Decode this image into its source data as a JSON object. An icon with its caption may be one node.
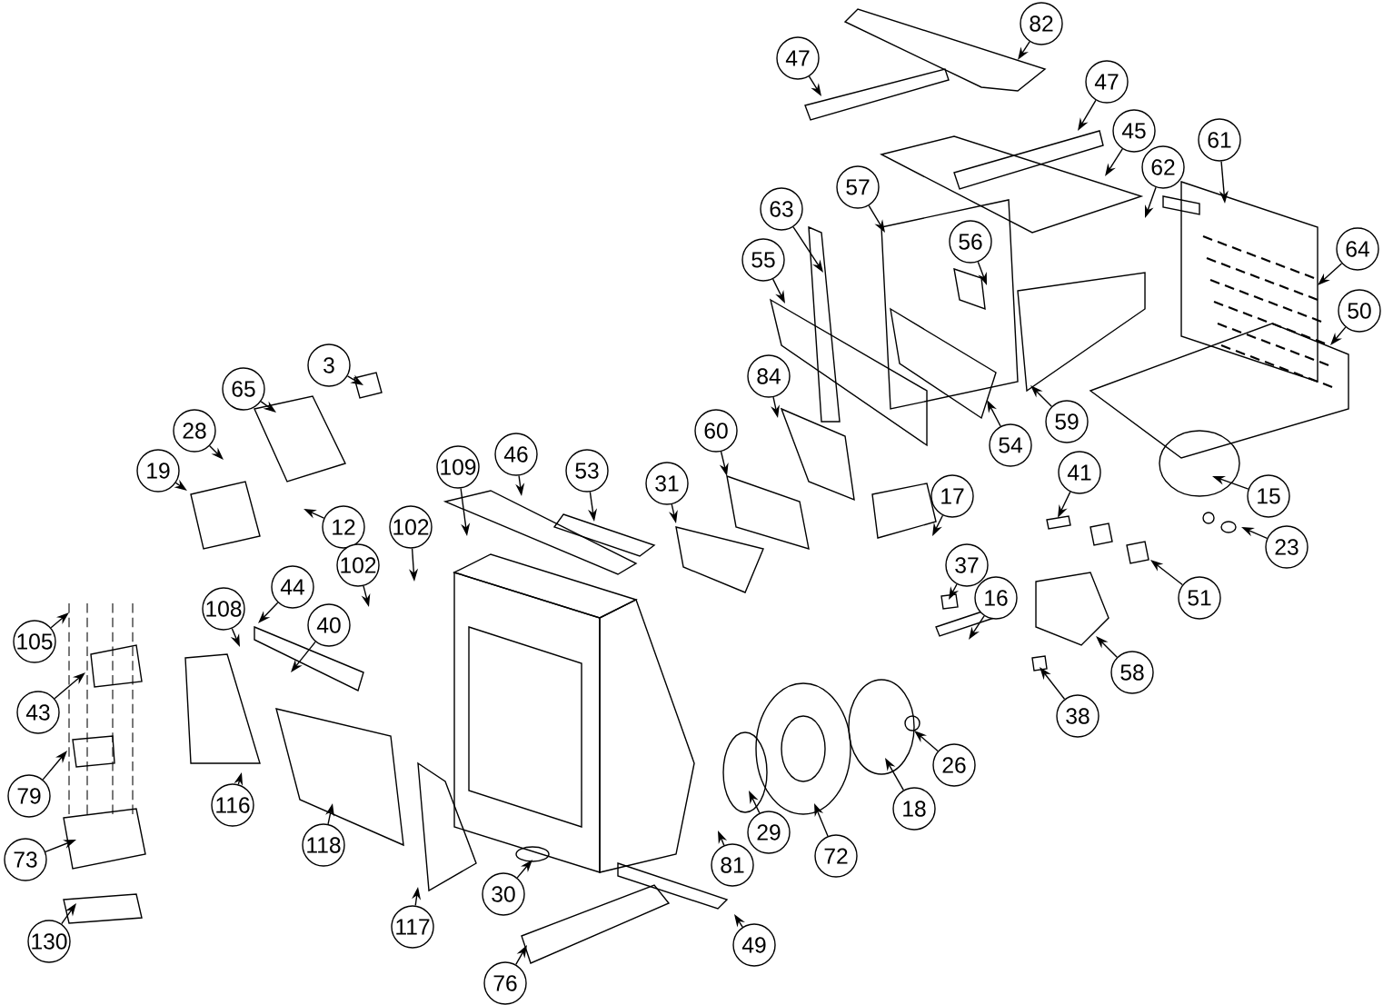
{
  "diagram": {
    "nodes": [
      {
        "text": [
          "82"
        ]
      },
      {
        "text": [
          "47"
        ]
      },
      {
        "text": [
          "47"
        ]
      },
      {
        "text": [
          "45"
        ]
      },
      {
        "text": [
          "61"
        ]
      },
      {
        "text": [
          "62"
        ]
      },
      {
        "text": [
          "57"
        ]
      },
      {
        "text": [
          "63"
        ]
      },
      {
        "text": [
          "56"
        ]
      },
      {
        "text": [
          "64"
        ]
      },
      {
        "text": [
          "55"
        ]
      },
      {
        "text": [
          "50"
        ]
      },
      {
        "text": [
          "3"
        ]
      },
      {
        "text": [
          "84"
        ]
      },
      {
        "text": [
          "65"
        ]
      },
      {
        "text": [
          "59"
        ]
      },
      {
        "text": [
          "28"
        ]
      },
      {
        "text": [
          "60"
        ]
      },
      {
        "text": [
          "54"
        ]
      },
      {
        "text": [
          "46"
        ]
      },
      {
        "text": [
          "109"
        ]
      },
      {
        "text": [
          "19"
        ]
      },
      {
        "text": [
          "53"
        ]
      },
      {
        "text": [
          "41"
        ]
      },
      {
        "text": [
          "31"
        ]
      },
      {
        "text": [
          "17"
        ]
      },
      {
        "text": [
          "15"
        ]
      },
      {
        "text": [
          "12"
        ]
      },
      {
        "text": [
          "102"
        ]
      },
      {
        "text": [
          "23"
        ]
      },
      {
        "text": [
          "102"
        ]
      },
      {
        "text": [
          "37"
        ]
      },
      {
        "text": [
          "44"
        ]
      },
      {
        "text": [
          "16"
        ]
      },
      {
        "text": [
          "51"
        ]
      },
      {
        "text": [
          "108"
        ]
      },
      {
        "text": [
          "40"
        ]
      },
      {
        "text": [
          "105"
        ]
      },
      {
        "text": [
          "58"
        ]
      },
      {
        "text": [
          "43"
        ]
      },
      {
        "text": [
          "38"
        ]
      },
      {
        "text": [
          "26"
        ]
      },
      {
        "text": [
          "79"
        ]
      },
      {
        "text": [
          "116"
        ]
      },
      {
        "text": [
          "18"
        ]
      },
      {
        "text": [
          "29"
        ]
      },
      {
        "text": [
          "118"
        ]
      },
      {
        "text": [
          "72"
        ]
      },
      {
        "text": [
          "73"
        ]
      },
      {
        "text": [
          "81"
        ]
      },
      {
        "text": [
          "30"
        ]
      },
      {
        "text": [
          "117"
        ]
      },
      {
        "text": [
          "130"
        ]
      },
      {
        "text": [
          "49"
        ]
      },
      {
        "text": [
          "76"
        ]
      }
    ],
    "edges": [
      {
        "from": 0,
        "to": null,
        "arrow": "to"
      },
      {
        "from": 1,
        "to": null,
        "arrow": "to"
      },
      {
        "from": 2,
        "to": null,
        "arrow": "to"
      },
      {
        "from": 3,
        "to": null,
        "arrow": "to"
      },
      {
        "from": 4,
        "to": null,
        "arrow": "to"
      },
      {
        "from": 5,
        "to": null,
        "arrow": "to"
      },
      {
        "from": 6,
        "to": null,
        "arrow": "to"
      },
      {
        "from": 7,
        "to": null,
        "arrow": "to"
      },
      {
        "from": 8,
        "to": null,
        "arrow": "to"
      },
      {
        "from": 9,
        "to": null,
        "arrow": "to"
      },
      {
        "from": 10,
        "to": null,
        "arrow": "to"
      },
      {
        "from": 11,
        "to": null,
        "arrow": "to"
      },
      {
        "from": 12,
        "to": null,
        "arrow": "to"
      },
      {
        "from": 13,
        "to": null,
        "arrow": "to"
      },
      {
        "from": 14,
        "to": null,
        "arrow": "to"
      },
      {
        "from": 15,
        "to": null,
        "arrow": "to"
      },
      {
        "from": 16,
        "to": null,
        "arrow": "to"
      },
      {
        "from": 17,
        "to": null,
        "arrow": "to"
      },
      {
        "from": 18,
        "to": null,
        "arrow": "to"
      },
      {
        "from": 19,
        "to": null,
        "arrow": "to"
      },
      {
        "from": 20,
        "to": null,
        "arrow": "to"
      },
      {
        "from": 21,
        "to": null,
        "arrow": "to"
      },
      {
        "from": 22,
        "to": null,
        "arrow": "to"
      },
      {
        "from": 23,
        "to": null,
        "arrow": "to"
      },
      {
        "from": 24,
        "to": null,
        "arrow": "to"
      },
      {
        "from": 25,
        "to": null,
        "arrow": "to"
      },
      {
        "from": 26,
        "to": null,
        "arrow": "to"
      },
      {
        "from": 27,
        "to": null,
        "arrow": "to"
      },
      {
        "from": 28,
        "to": null,
        "arrow": "to"
      },
      {
        "from": 29,
        "to": null,
        "arrow": "to"
      },
      {
        "from": 30,
        "to": null,
        "arrow": "to"
      },
      {
        "from": 31,
        "to": null,
        "arrow": "to"
      },
      {
        "from": 32,
        "to": null,
        "arrow": "to"
      },
      {
        "from": 33,
        "to": null,
        "arrow": "to"
      },
      {
        "from": 34,
        "to": null,
        "arrow": "to"
      },
      {
        "from": 35,
        "to": null,
        "arrow": "to"
      },
      {
        "from": 36,
        "to": null,
        "arrow": "to"
      },
      {
        "from": 37,
        "to": null,
        "arrow": "to"
      },
      {
        "from": 38,
        "to": null,
        "arrow": "to"
      },
      {
        "from": 39,
        "to": null,
        "arrow": "to"
      },
      {
        "from": 40,
        "to": null,
        "arrow": "to"
      },
      {
        "from": 41,
        "to": null,
        "arrow": "to"
      },
      {
        "from": 42,
        "to": null,
        "arrow": "to"
      },
      {
        "from": 43,
        "to": null,
        "arrow": "to"
      },
      {
        "from": 44,
        "to": null,
        "arrow": "to"
      },
      {
        "from": 45,
        "to": null,
        "arrow": "to"
      },
      {
        "from": 46,
        "to": null,
        "arrow": "to"
      },
      {
        "from": 47,
        "to": null,
        "arrow": "to"
      },
      {
        "from": 48,
        "to": null,
        "arrow": "to"
      },
      {
        "from": 49,
        "to": null,
        "arrow": "to"
      },
      {
        "from": 50,
        "to": null,
        "arrow": "to"
      },
      {
        "from": 51,
        "to": null,
        "arrow": "to"
      },
      {
        "from": 52,
        "to": null,
        "arrow": "to"
      },
      {
        "from": 53,
        "to": null,
        "arrow": "to"
      },
      {
        "from": 54,
        "to": null,
        "arrow": "to"
      }
    ]
  }
}
